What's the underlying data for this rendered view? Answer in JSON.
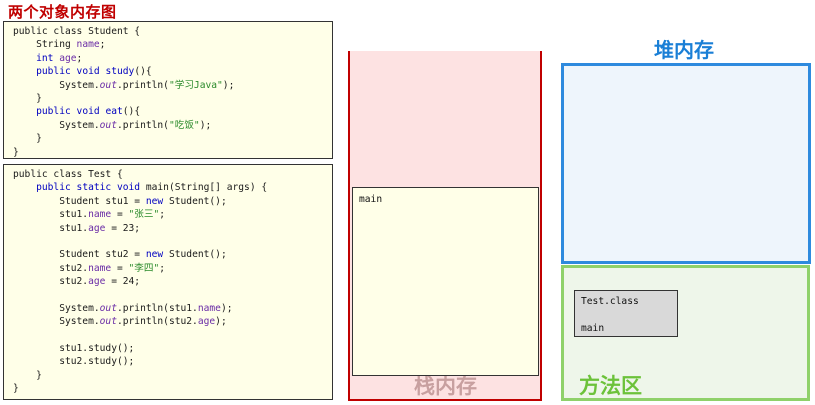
{
  "title": "两个对象内存图",
  "code_student": [
    [
      [
        "",
        "public class Student {"
      ]
    ],
    [
      [
        "",
        "    String "
      ],
      [
        "fld",
        "name"
      ],
      [
        "",
        ";"
      ]
    ],
    [
      [
        "",
        "    "
      ],
      [
        "kw",
        "int"
      ],
      [
        "",
        " "
      ],
      [
        "fld",
        "age"
      ],
      [
        "",
        ";"
      ]
    ],
    [
      [
        "",
        "    "
      ],
      [
        "kw",
        "public void"
      ],
      [
        "",
        " "
      ],
      [
        "kw",
        "study"
      ],
      [
        "",
        "(){"
      ]
    ],
    [
      [
        "",
        "        System."
      ],
      [
        "itl",
        "out"
      ],
      [
        "",
        ".println("
      ],
      [
        "str",
        "\"学习Java\""
      ],
      [
        "",
        ");"
      ]
    ],
    [
      [
        "",
        "    }"
      ]
    ],
    [
      [
        "",
        "    "
      ],
      [
        "kw",
        "public void"
      ],
      [
        "",
        " "
      ],
      [
        "kw",
        "eat"
      ],
      [
        "",
        "(){"
      ]
    ],
    [
      [
        "",
        "        System."
      ],
      [
        "itl",
        "out"
      ],
      [
        "",
        ".println("
      ],
      [
        "str",
        "\"吃饭\""
      ],
      [
        "",
        ");"
      ]
    ],
    [
      [
        "",
        "    }"
      ]
    ],
    [
      [
        "",
        "}"
      ]
    ]
  ],
  "code_test": [
    [
      [
        "",
        "public class Test {"
      ]
    ],
    [
      [
        "",
        "    "
      ],
      [
        "kw",
        "public static void"
      ],
      [
        "",
        " main(String[] args) {"
      ]
    ],
    [
      [
        "",
        "        Student stu1 = "
      ],
      [
        "kw",
        "new"
      ],
      [
        "",
        " Student();"
      ]
    ],
    [
      [
        "",
        "        stu1."
      ],
      [
        "fld",
        "name"
      ],
      [
        "",
        " = "
      ],
      [
        "str",
        "\"张三\""
      ],
      [
        "",
        ";"
      ]
    ],
    [
      [
        "",
        "        stu1."
      ],
      [
        "fld",
        "age"
      ],
      [
        "",
        " = 23;"
      ]
    ],
    [
      [
        "",
        ""
      ]
    ],
    [
      [
        "",
        "        Student stu2 = "
      ],
      [
        "kw",
        "new"
      ],
      [
        "",
        " Student();"
      ]
    ],
    [
      [
        "",
        "        stu2."
      ],
      [
        "fld",
        "name"
      ],
      [
        "",
        " = "
      ],
      [
        "str",
        "\"李四\""
      ],
      [
        "",
        ";"
      ]
    ],
    [
      [
        "",
        "        stu2."
      ],
      [
        "fld",
        "age"
      ],
      [
        "",
        " = 24;"
      ]
    ],
    [
      [
        "",
        ""
      ]
    ],
    [
      [
        "",
        "        System."
      ],
      [
        "itl",
        "out"
      ],
      [
        "",
        ".println(stu1."
      ],
      [
        "fld",
        "name"
      ],
      [
        "",
        ");"
      ]
    ],
    [
      [
        "",
        "        System."
      ],
      [
        "itl",
        "out"
      ],
      [
        "",
        ".println(stu2."
      ],
      [
        "fld",
        "age"
      ],
      [
        "",
        ");"
      ]
    ],
    [
      [
        "",
        ""
      ]
    ],
    [
      [
        "",
        "        stu1.study();"
      ]
    ],
    [
      [
        "",
        "        stu2.study();"
      ]
    ],
    [
      [
        "",
        "    }"
      ]
    ],
    [
      [
        "",
        "}"
      ]
    ]
  ],
  "stack": {
    "label": "栈内存",
    "frame_label": "main"
  },
  "heap": {
    "label": "堆内存"
  },
  "method_area": {
    "label": "方法区",
    "class_box": {
      "line1": "Test.class",
      "line2": "main"
    }
  }
}
